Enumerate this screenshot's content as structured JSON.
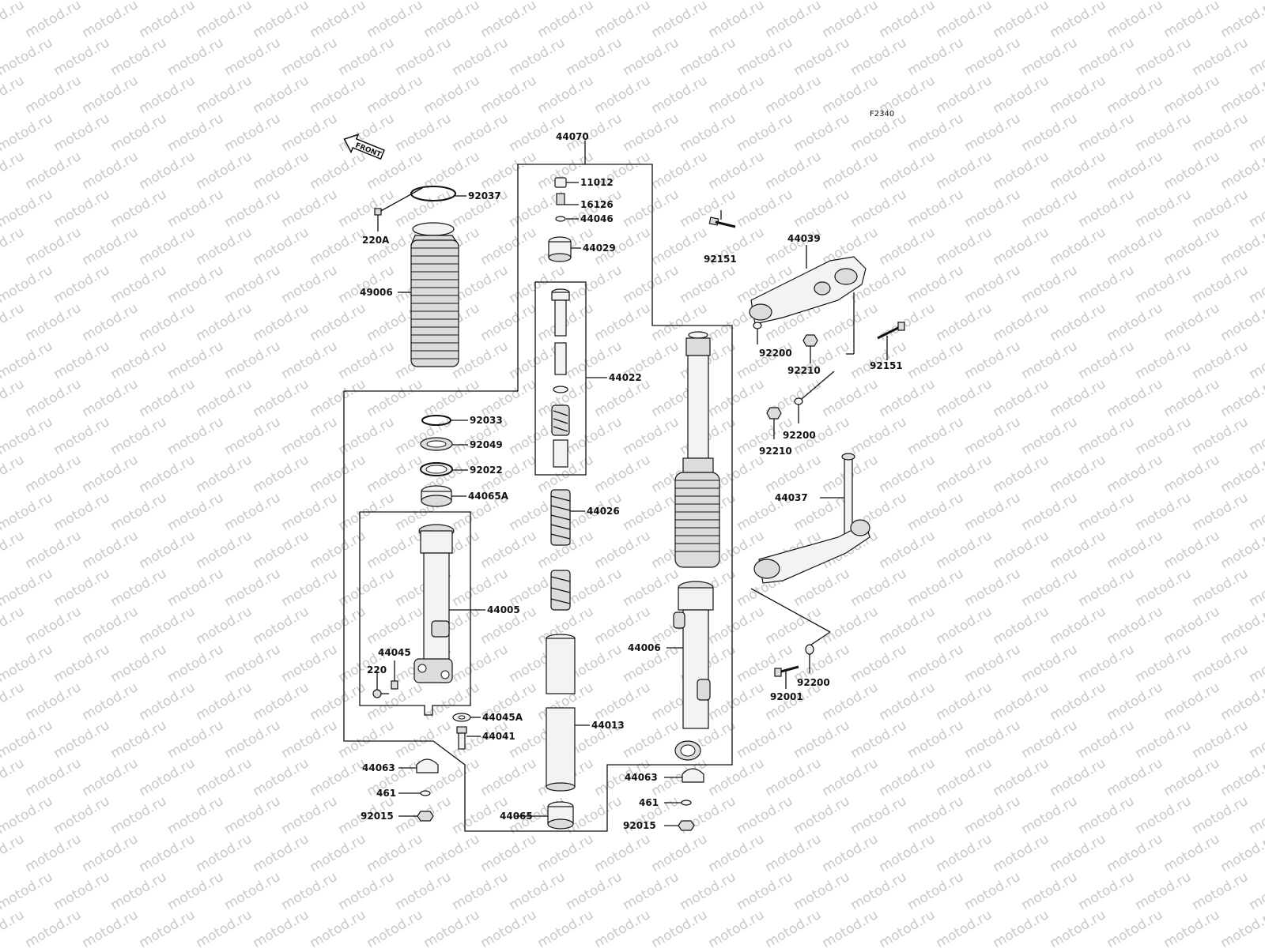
{
  "diagram": {
    "code": "F2340",
    "front_label": "FRONT",
    "watermark": "motod.ru",
    "labels": {
      "p44070": "44070",
      "p11012": "11012",
      "p16126": "16126",
      "p44046": "44046",
      "p44029": "44029",
      "p44022": "44022",
      "p44026": "44026",
      "p44013": "44013",
      "p44065": "44065",
      "p92037": "92037",
      "p220A": "220A",
      "p49006": "49006",
      "p92033": "92033",
      "p92049": "92049",
      "p92022": "92022",
      "p44065A": "44065A",
      "p44005": "44005",
      "p44045": "44045",
      "p220": "220",
      "p44045A": "44045A",
      "p44041": "44041",
      "p44063_left": "44063",
      "p461_left": "461",
      "p92015_left": "92015",
      "p44063_right": "44063",
      "p461_right": "461",
      "p92015_right": "92015",
      "p44006": "44006",
      "p44039": "44039",
      "p92151_top": "92151",
      "p92151_right": "92151",
      "p92200_a": "92200",
      "p92210_a": "92210",
      "p92200_b": "92200",
      "p92210_b": "92210",
      "p44037": "44037",
      "p92001": "92001",
      "p92200_c": "92200"
    }
  }
}
